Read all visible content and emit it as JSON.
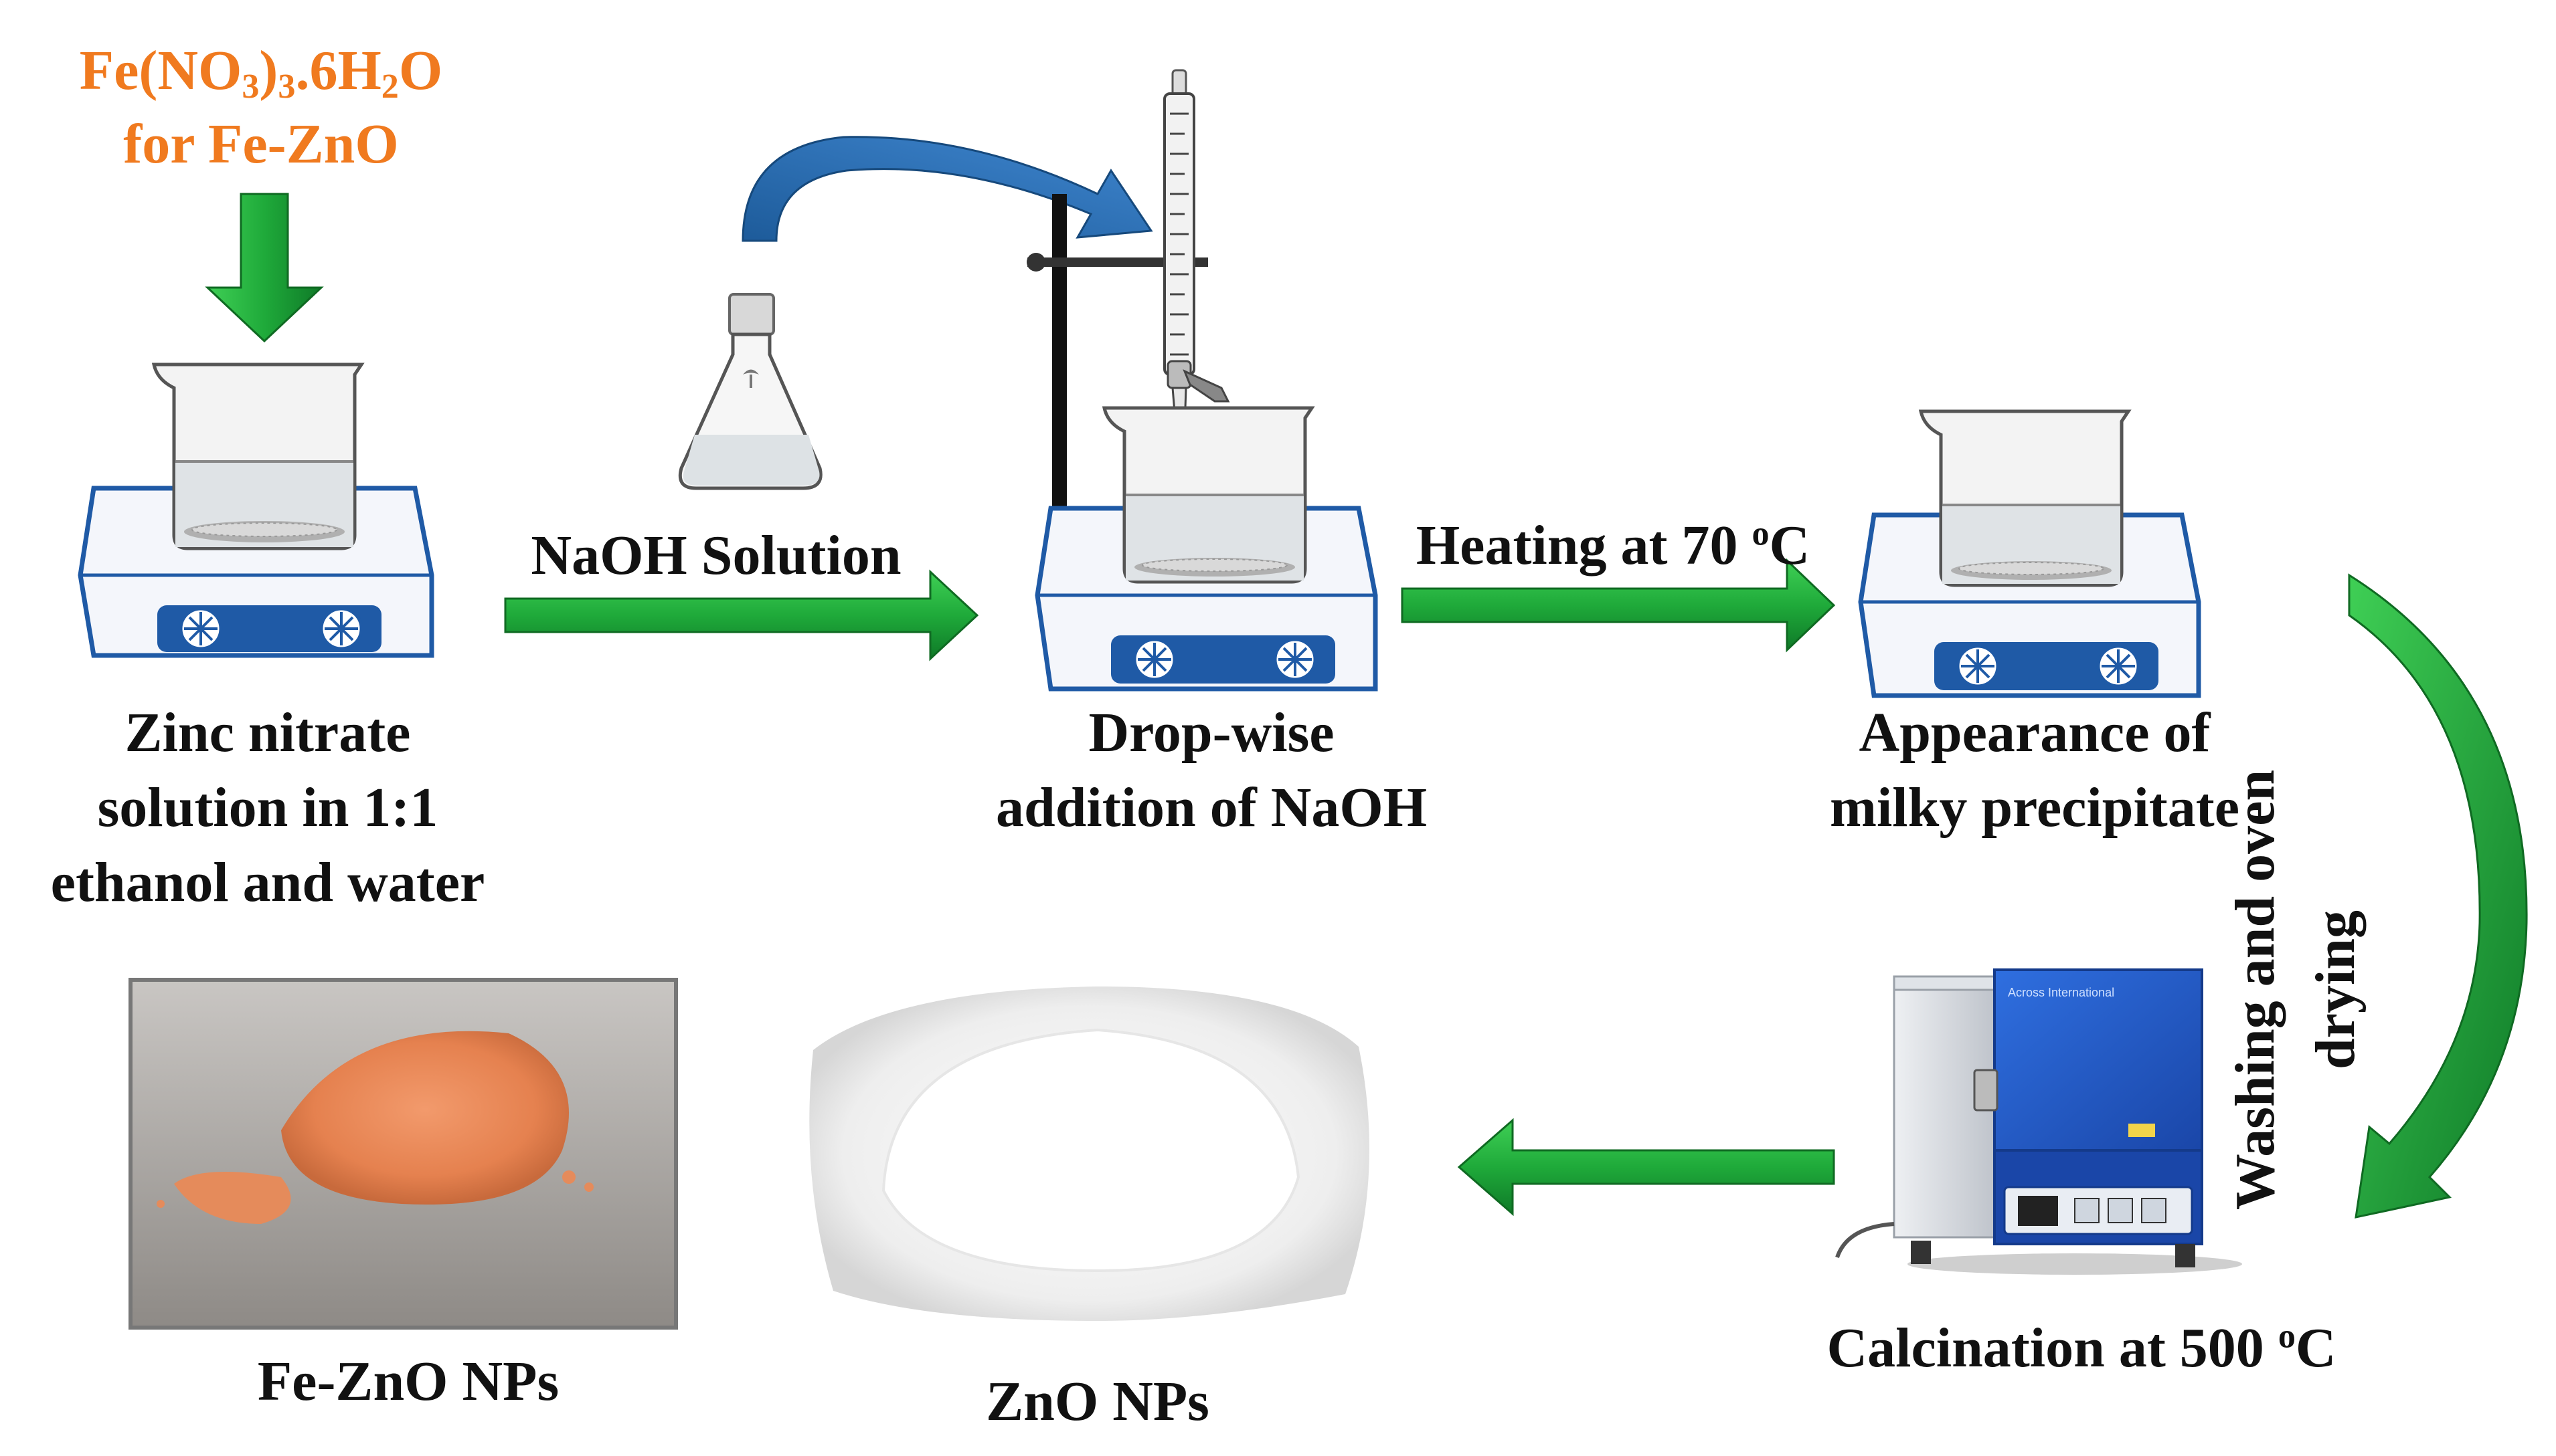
{
  "title": "",
  "reagent": {
    "line1_a": "Fe(NO",
    "line1_sub1": "3",
    "line1_b": ")",
    "line1_sub2": "3",
    "line1_c": ".6H",
    "line1_sub3": "2",
    "line1_d": "O",
    "line2": "for Fe-ZnO"
  },
  "steps": {
    "zinc_nitrate": {
      "line1": "Zinc nitrate",
      "line2": "solution in 1:1",
      "line3": "ethanol and water"
    },
    "naoh_label": "NaOH Solution",
    "dropwise": {
      "line1": "Drop-wise",
      "line2": "addition of NaOH"
    },
    "heating": {
      "text": "Heating at 70 ",
      "sup": "o",
      "unit": "C"
    },
    "milky": {
      "line1": "Appearance of",
      "line2": "milky precipitate"
    },
    "washing": {
      "line1": "Washing and oven",
      "line2": "drying"
    },
    "calcination": {
      "text": "Calcination at 500 ",
      "sup": "o",
      "unit": "C"
    },
    "zno": "ZnO NPs",
    "fe_zno": "Fe-ZnO NPs"
  },
  "furnace_panel_text": "Across International",
  "colors": {
    "arrow_green": "#1faa3a",
    "arrow_green_dark": "#0f6a22",
    "curved_arrow_blue": "#1d5b9a",
    "hotplate_blue": "#1f5aa6",
    "furnace_blue": "#1f52b8",
    "reagent_orange": "#f07a1f",
    "powder_orange": "#e98d5e"
  }
}
